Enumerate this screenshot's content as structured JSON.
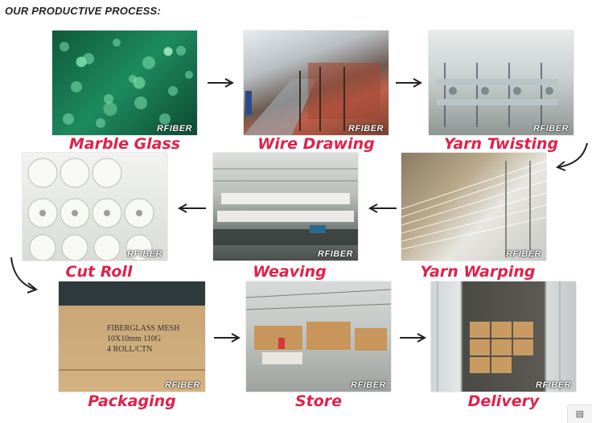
{
  "heading": "OUR PRODUCTIVE PROCESS:",
  "watermark": "RFIBER",
  "steps": [
    {
      "label": "Marble Glass"
    },
    {
      "label": "Wire Drawing"
    },
    {
      "label": "Yarn Twisting"
    },
    {
      "label": "Cut Roll"
    },
    {
      "label": "Weaving"
    },
    {
      "label": "Yarn Warping"
    },
    {
      "label": "Packaging"
    },
    {
      "label": "Store"
    },
    {
      "label": "Delivery"
    }
  ],
  "box_print": {
    "line1": "FIBERGLASS MESH",
    "line2": "10X10mm 110G",
    "line3": "4  ROLL/CTN"
  },
  "icons": {
    "arrow": "arrow-icon",
    "corner": "chat-icon"
  }
}
